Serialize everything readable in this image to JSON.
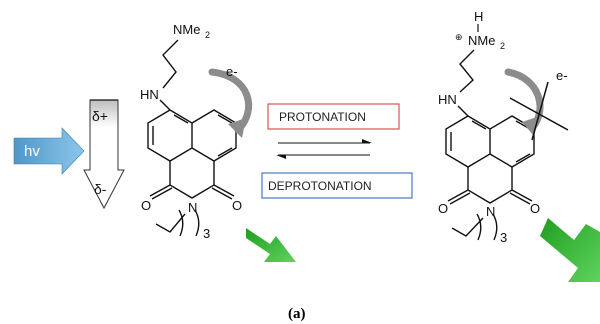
{
  "left_molecule": {
    "amine_group": "NMe",
    "amine_subscript": "2",
    "hn_label": "HN",
    "imide_o_top_left": "O",
    "imide_o_top_right": "O",
    "imide_n": "N",
    "chain_subscript": "3",
    "electron_label": "e-"
  },
  "right_molecule": {
    "proton_h": "H",
    "plus_sign": "⊕",
    "amine_group": "NMe",
    "amine_subscript": "2",
    "hn_label": "HN",
    "imide_o_top_left": "O",
    "imide_o_top_right": "O",
    "imide_n": "N",
    "chain_subscript": "3",
    "electron_label": "e-"
  },
  "excitation": {
    "label": "hv",
    "arrow_color": "#5aa6d6"
  },
  "dipole": {
    "delta_plus": "δ+",
    "delta_minus": "δ-"
  },
  "equilibrium": {
    "protonation_label": "PROTONATION",
    "protonation_color": "#d9534f",
    "deprotonation_label": "DEPROTONATION",
    "deprotonation_color": "#4a78c2"
  },
  "emission_arrow_color": "#2fb52f",
  "caption": "(a)"
}
